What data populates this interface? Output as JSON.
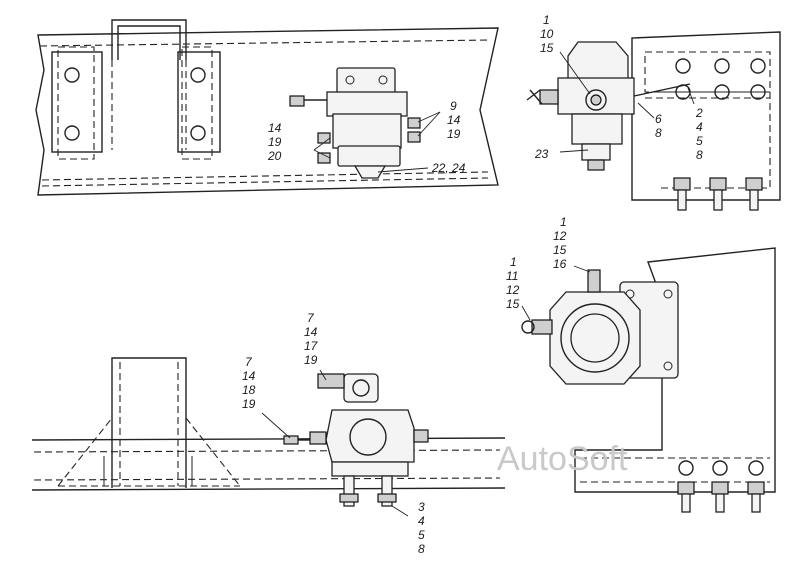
{
  "watermark": "AutoSoft",
  "views": {
    "top_left": {
      "callouts": [
        "9",
        "14",
        "19",
        "14",
        "19",
        "20",
        "22, 24"
      ]
    },
    "top_right": {
      "callouts": [
        "1",
        "10",
        "15",
        "23",
        "6",
        "8",
        "2",
        "4",
        "5",
        "8"
      ]
    },
    "bottom_left": {
      "callouts": [
        "7",
        "14",
        "17",
        "19",
        "7",
        "14",
        "18",
        "19",
        "3",
        "4",
        "5",
        "8"
      ]
    },
    "bottom_right": {
      "callouts": [
        "1",
        "12",
        "15",
        "16",
        "1",
        "11",
        "12",
        "15"
      ]
    }
  }
}
